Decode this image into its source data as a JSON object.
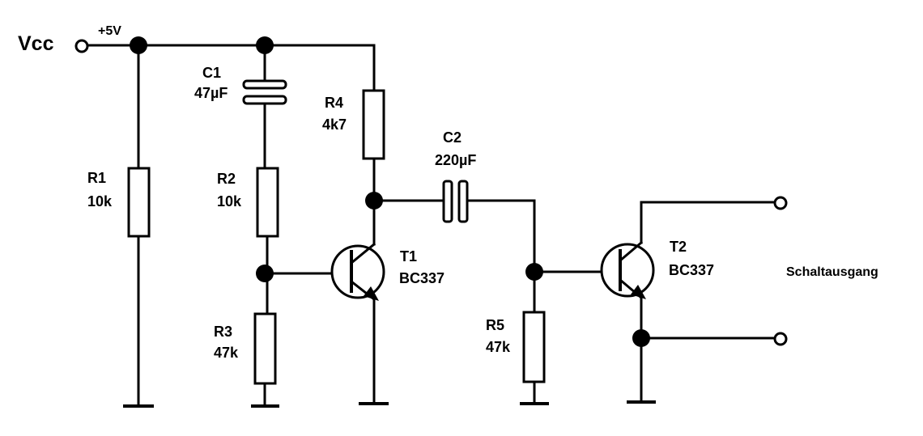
{
  "supply": {
    "name": "Vcc",
    "voltage": "+5V"
  },
  "components": {
    "R1": {
      "ref": "R1",
      "value": "10k"
    },
    "R2": {
      "ref": "R2",
      "value": "10k"
    },
    "R3": {
      "ref": "R3",
      "value": "47k"
    },
    "R4": {
      "ref": "R4",
      "value": "4k7"
    },
    "R5": {
      "ref": "R5",
      "value": "47k"
    },
    "C1": {
      "ref": "C1",
      "value": "47µF"
    },
    "C2": {
      "ref": "C2",
      "value": "220µF"
    },
    "T1": {
      "ref": "T1",
      "value": "BC337"
    },
    "T2": {
      "ref": "T2",
      "value": "BC337"
    }
  },
  "output": {
    "label": "Schaltausgang"
  }
}
